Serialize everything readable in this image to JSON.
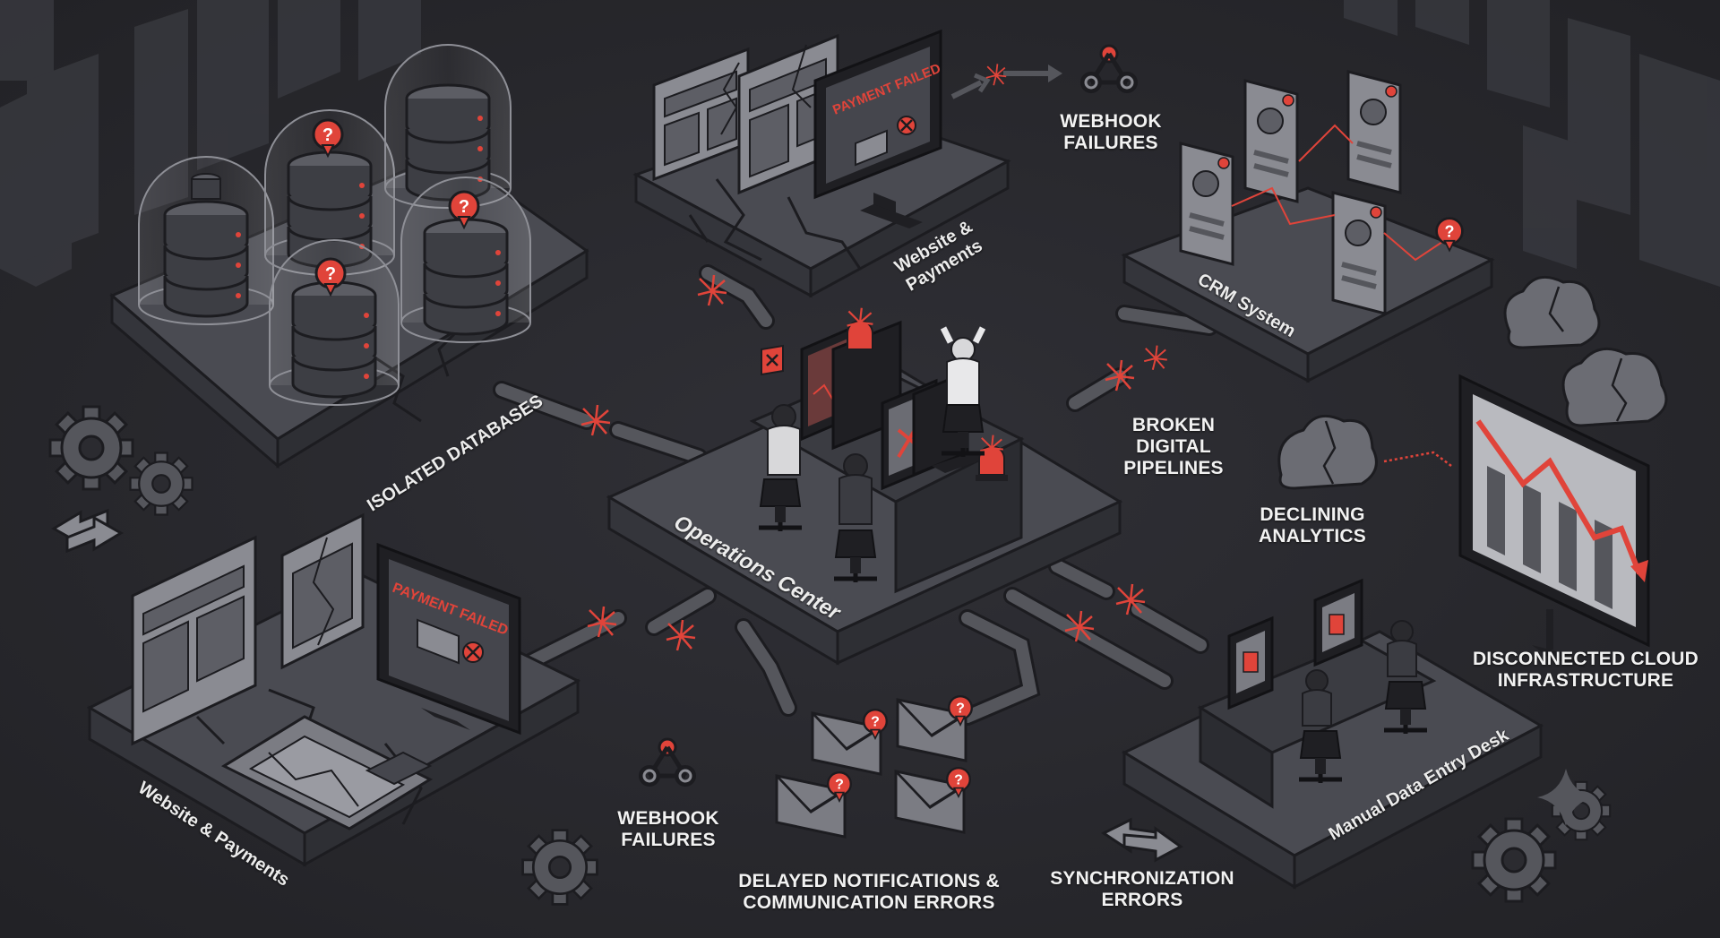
{
  "colors": {
    "background": "#2b2b30",
    "platform": "#4a4b52",
    "platform_edge": "#34353b",
    "alert": "#e0443a",
    "screen": "#6b6c73",
    "label": "#f2f2f2"
  },
  "zones": {
    "isolated_databases": "ISOLATED DATABASES",
    "website_payments_top_line1": "Website &",
    "website_payments_top_line2": "Payments",
    "crm_system": "CRM System",
    "operations_center": "Operations Center",
    "website_payments_bottom": "Website & Payments",
    "manual_data_entry": "Manual Data Entry Desk"
  },
  "screen_text": {
    "payment_failed_top": "PAYMENT FAILED",
    "payment_failed_bottom": "PAYMENT FAILED"
  },
  "callouts": {
    "webhook_top": [
      "WEBHOOK",
      "FAILURES"
    ],
    "broken_pipelines": [
      "BROKEN",
      "DIGITAL",
      "PIPELINES"
    ],
    "declining_analytics": [
      "DECLINING",
      "ANALYTICS"
    ],
    "disconnected_cloud": [
      "DISCONNECTED CLOUD",
      "INFRASTRUCTURE"
    ],
    "webhook_bottom": [
      "WEBHOOK",
      "FAILURES"
    ],
    "delayed_notifications": [
      "DELAYED NOTIFICATIONS &",
      "COMMUNICATION ERRORS"
    ],
    "sync_errors": [
      "SYNCHRONIZATION",
      "ERRORS"
    ]
  },
  "icons": [
    "database-icon",
    "question-mark-icon",
    "browser-window-icon",
    "monitor-icon",
    "webhook-icon",
    "contact-card-icon",
    "alarm-light-icon",
    "envelope-icon",
    "gear-icon",
    "cloud-icon",
    "sync-arrows-icon",
    "trend-down-chart-icon",
    "error-x-icon"
  ]
}
